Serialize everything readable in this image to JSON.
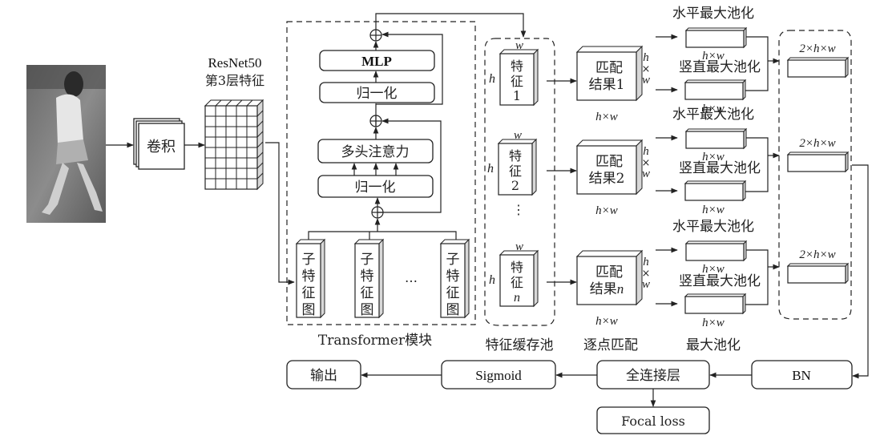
{
  "diagram": {
    "input": {
      "label": "pedestrian-image"
    },
    "conv": {
      "label": "卷积"
    },
    "resnet": {
      "title": "ResNet50",
      "subtitle": "第3层特征"
    },
    "transformer": {
      "caption": "Transformer模块",
      "mlp": "MLP",
      "norm_top": "归一化",
      "attention": "多头注意力",
      "norm_bottom": "归一化",
      "subfeature": [
        "子",
        "特",
        "征",
        "图"
      ],
      "ellipsis": "…"
    },
    "pool": {
      "caption": "特征缓存池",
      "w": "w",
      "h": "h",
      "features": [
        {
          "l1": "特",
          "l2": "征",
          "l3": "1"
        },
        {
          "l1": "特",
          "l2": "征",
          "l3": "2"
        },
        {
          "l1": "特",
          "l2": "征",
          "l3": "n"
        }
      ],
      "vdots": "⋮"
    },
    "match": {
      "caption": "逐点匹配",
      "items": [
        {
          "l1": "匹配",
          "l2": "结果1"
        },
        {
          "l1": "匹配",
          "l2": "结果2"
        },
        {
          "l1": "匹配",
          "l2": "结果n"
        }
      ],
      "dim": "h×w",
      "side_h": "h",
      "side_x": "×",
      "side_w": "w"
    },
    "maxpool": {
      "caption": "最大池化",
      "horizontal": "水平最大池化",
      "vertical": "竖直最大池化",
      "dim": "h×w"
    },
    "concat": {
      "dim": "2×h×w"
    },
    "head": {
      "bn": "BN",
      "fc": "全连接层",
      "sigmoid": "Sigmoid",
      "output": "输出",
      "loss": "Focal loss"
    }
  }
}
